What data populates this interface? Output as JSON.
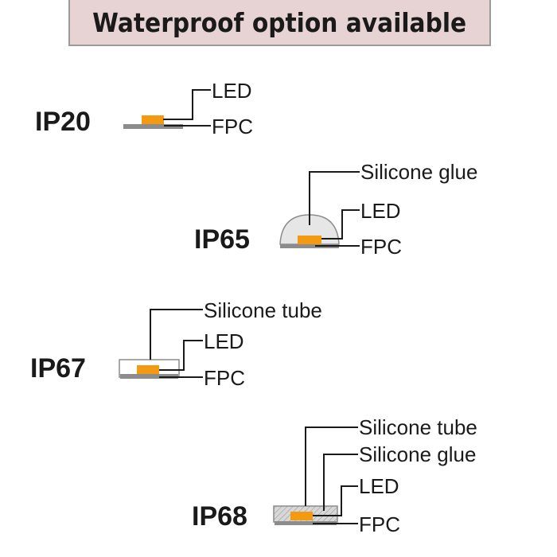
{
  "header": {
    "title": "Waterproof option available"
  },
  "colors": {
    "banner_bg": "#e7d3d3",
    "led": "#f39a12",
    "fpc": "#8c8c8c",
    "glue": "#e6e6e6"
  },
  "sections": [
    {
      "rating": "IP20",
      "labels": {
        "led": "LED",
        "fpc": "FPC"
      }
    },
    {
      "rating": "IP65",
      "labels": {
        "glue": "Silicone glue",
        "led": "LED",
        "fpc": "FPC"
      }
    },
    {
      "rating": "IP67",
      "labels": {
        "tube": "Silicone tube",
        "led": "LED",
        "fpc": "FPC"
      }
    },
    {
      "rating": "IP68",
      "labels": {
        "tube": "Silicone tube",
        "glue": "Silicone glue",
        "led": "LED",
        "fpc": "FPC"
      }
    }
  ]
}
